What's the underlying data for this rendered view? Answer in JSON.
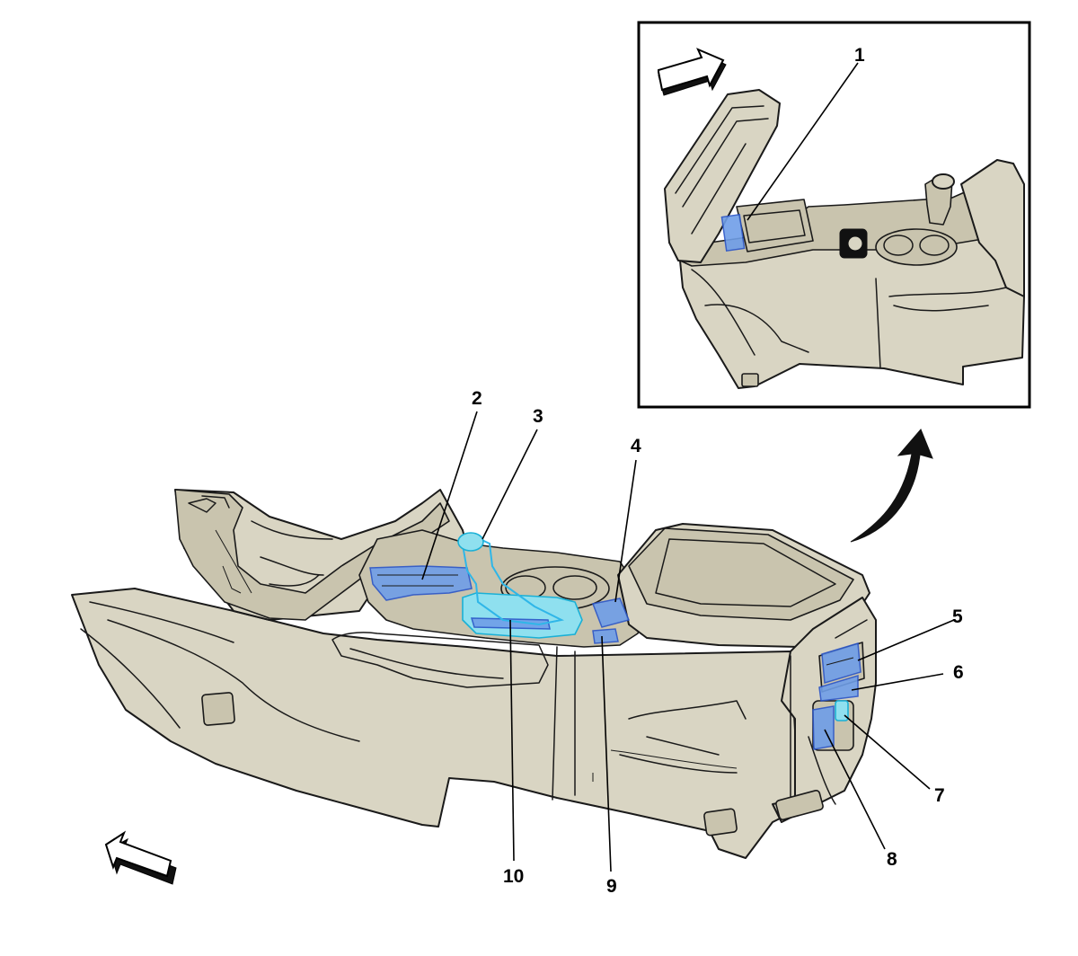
{
  "callouts": [
    {
      "id": "1",
      "label": "1"
    },
    {
      "id": "2",
      "label": "2"
    },
    {
      "id": "3",
      "label": "3"
    },
    {
      "id": "4",
      "label": "4"
    },
    {
      "id": "5",
      "label": "5"
    },
    {
      "id": "6",
      "label": "6"
    },
    {
      "id": "7",
      "label": "7"
    },
    {
      "id": "8",
      "label": "8"
    },
    {
      "id": "9",
      "label": "9"
    },
    {
      "id": "10",
      "label": "10"
    }
  ],
  "colors": {
    "highlight_blue": "#6f9ee8",
    "highlight_cyan": "#8fe0ef",
    "console_body": "#d9d5c3"
  },
  "icons": [
    "front-direction-arrow-icon",
    "front-direction-arrow-inset-icon",
    "lift-armrest-curved-arrow-icon"
  ]
}
